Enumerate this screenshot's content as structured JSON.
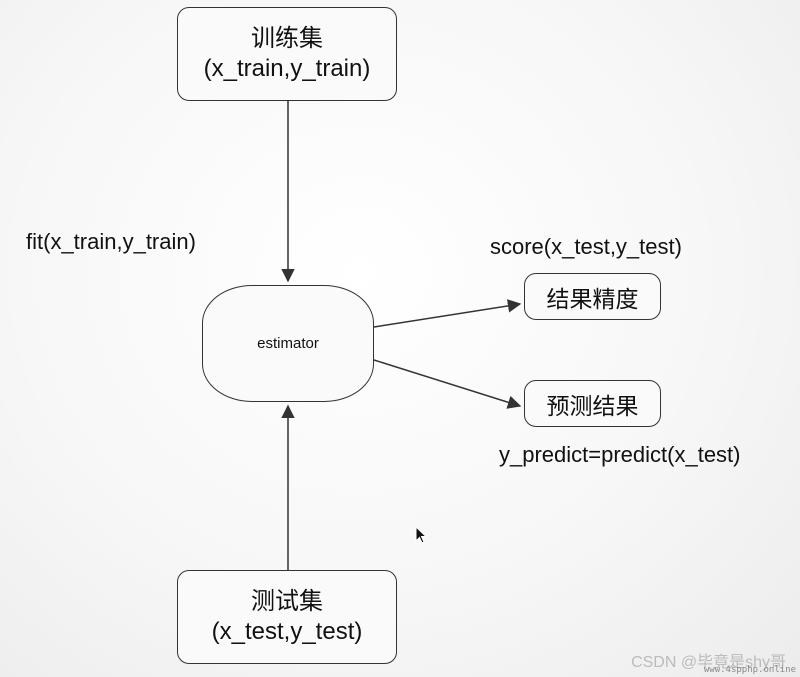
{
  "nodes": {
    "train": {
      "title": "训练集",
      "sub": "(x_train,y_train)"
    },
    "test": {
      "title": "测试集",
      "sub": "(x_test,y_test)"
    },
    "estimator": {
      "label": "estimator"
    },
    "accuracy": {
      "label": "结果精度"
    },
    "prediction": {
      "label": "预测结果"
    }
  },
  "edges": {
    "fit": "fit(x_train,y_train)",
    "score": "score(x_test,y_test)",
    "predict": "y_predict=predict(x_test)"
  },
  "watermark": {
    "text": "CSDN @毕竟是shy哥",
    "sub": "www.4spphp.online"
  },
  "colors": {
    "stroke": "#333333",
    "node_fill": "#fafafa"
  }
}
